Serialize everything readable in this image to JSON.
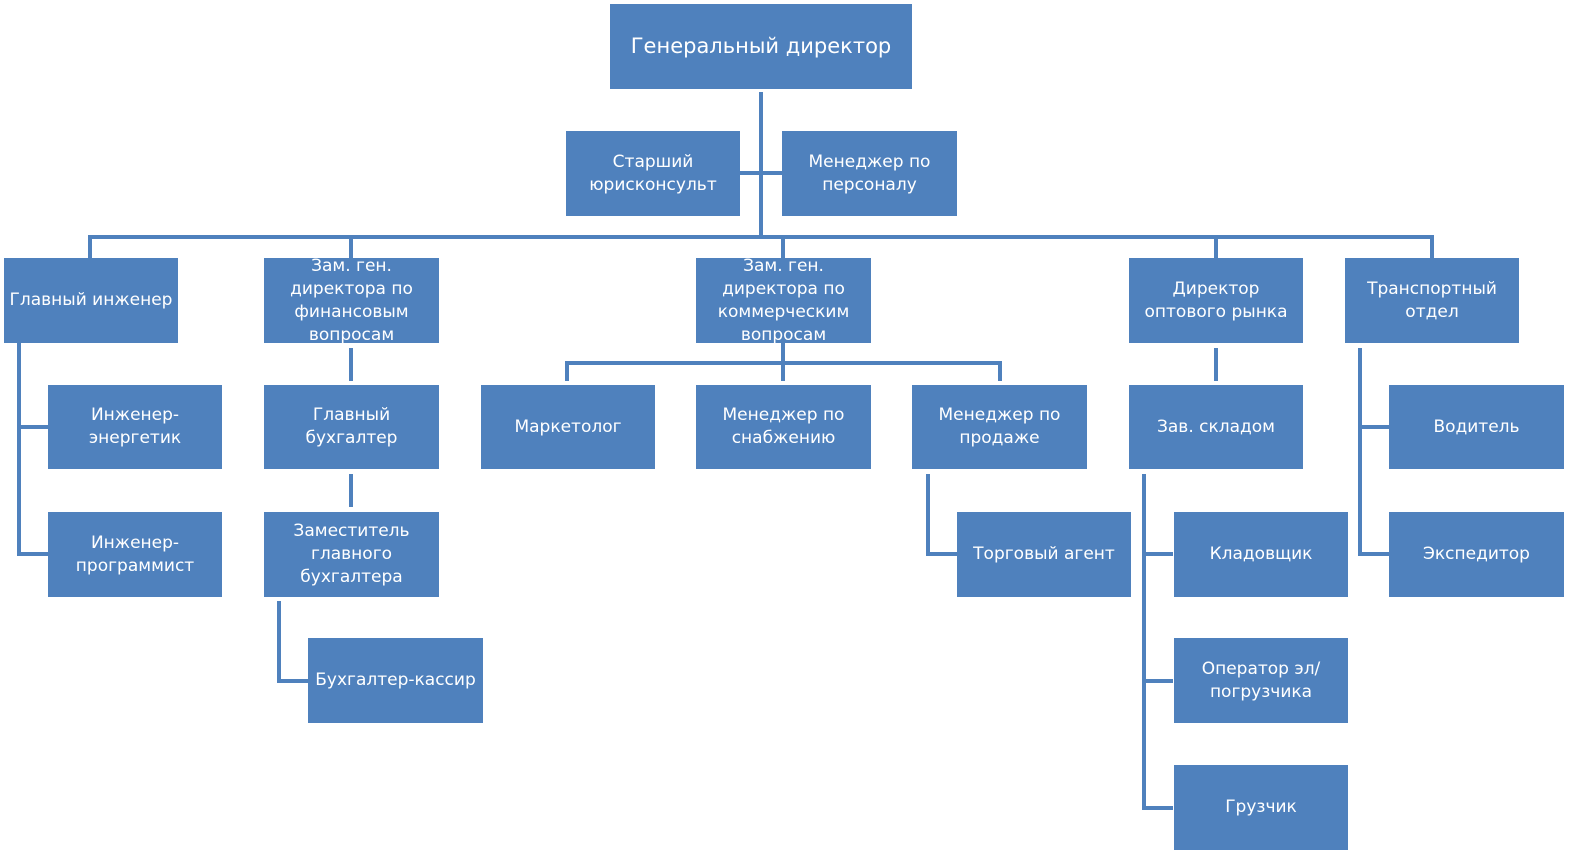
{
  "org_chart": {
    "general_director": "Генеральный директор",
    "staff": {
      "senior_lawyer": "Старший юрисконсульт",
      "hr_manager": "Менеджер по персоналу"
    },
    "chief_engineer": {
      "title": "Главный инженер",
      "subordinates": [
        "Инженер-энергетик",
        "Инженер-программист"
      ]
    },
    "finance_deputy": {
      "title": "Зам. ген. директора по финансовым вопросам",
      "chief_accountant": "Главный бухгалтер",
      "deputy_chief_accountant": "Заместитель главного бухгалтера",
      "cashier": "Бухгалтер-кассир"
    },
    "commercial_deputy": {
      "title": "Зам. ген. директора по коммерческим вопросам",
      "marketer": "Маркетолог",
      "supply_manager": "Менеджер по снабжению",
      "sales_manager": "Менеджер по продаже",
      "sales_agent": "Торговый агент"
    },
    "wholesale_director": {
      "title": "Директор оптового рынка",
      "warehouse_head": "Зав. складом",
      "subordinates": [
        "Кладовщик",
        "Оператор эл/погрузчика",
        "Грузчик"
      ]
    },
    "transport": {
      "title": "Транспортный отдел",
      "subordinates": [
        "Водитель",
        "Экспедитор"
      ]
    }
  },
  "colors": {
    "box": "#4f81bd",
    "line": "#4f81bd",
    "text": "#ffffff"
  }
}
